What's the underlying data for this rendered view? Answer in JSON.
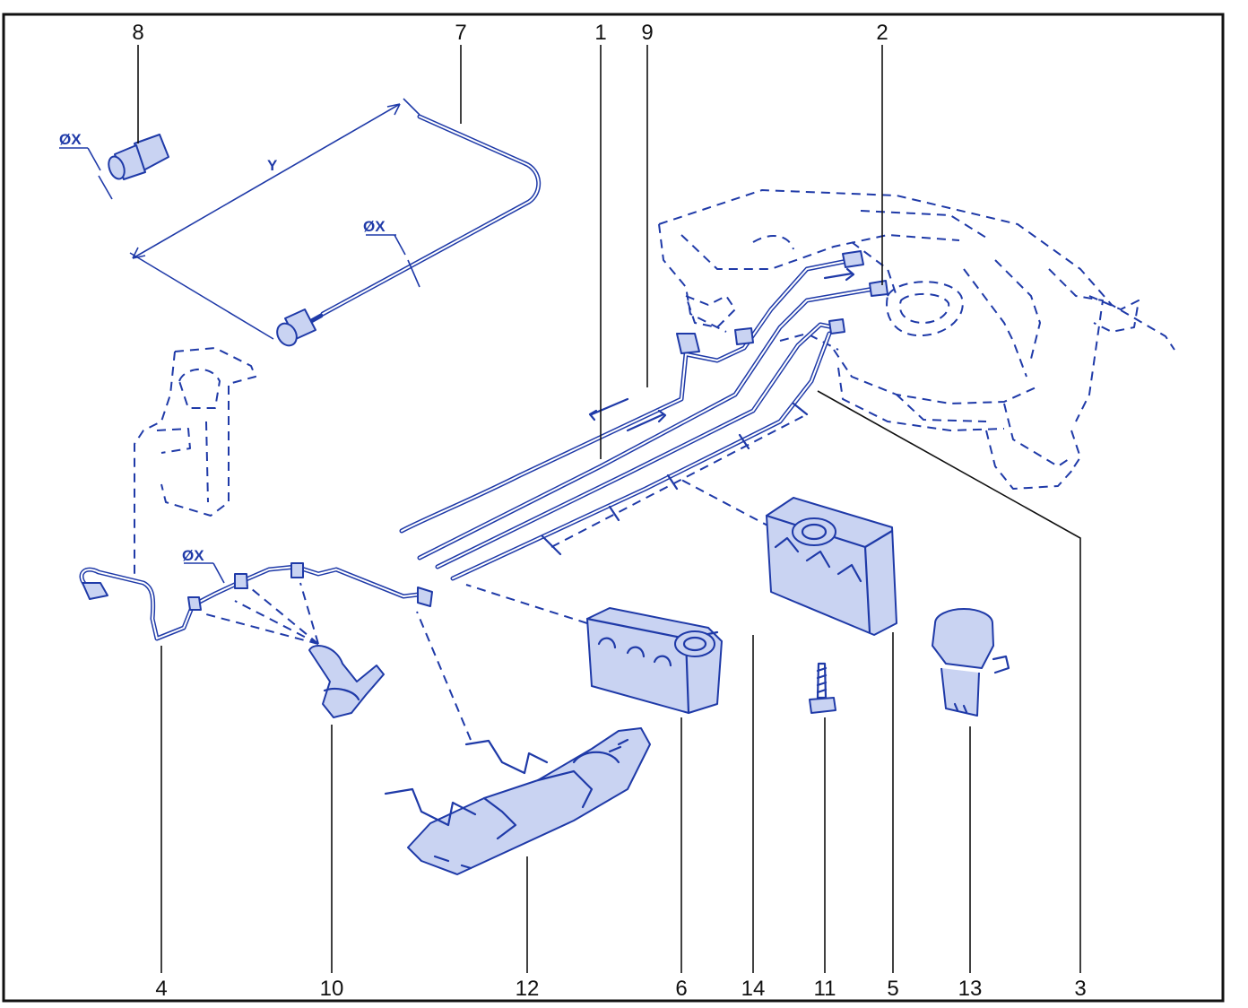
{
  "callouts": {
    "n1": "1",
    "n2": "2",
    "n3": "3",
    "n4": "4",
    "n5": "5",
    "n6": "6",
    "n7": "7",
    "n8": "8",
    "n9": "9",
    "n10": "10",
    "n11": "11",
    "n12": "12",
    "n13": "13",
    "n14": "14"
  },
  "labels": {
    "diameter_x": "ØX",
    "length_y": "Y"
  },
  "colors": {
    "drawing": "#1f3aa8",
    "leader_lines": "#111111"
  }
}
